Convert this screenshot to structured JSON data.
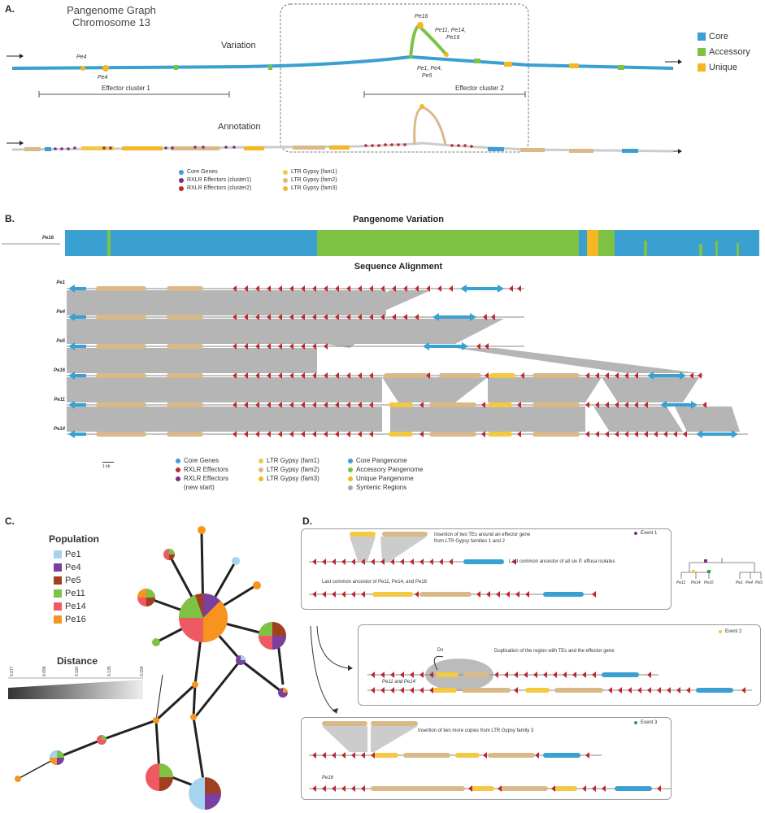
{
  "panelA": {
    "letter": "A.",
    "title_line1": "Pangenome Graph",
    "title_line2": "Chromosome 13",
    "variation_label": "Variation",
    "annotation_label": "Annotation",
    "effector_cluster1": "Effector cluster 1",
    "effector_cluster2": "Effector cluster 2",
    "node_labels": {
      "pe4_top": "Pe4",
      "pe4_bottom": "Pe4",
      "pe16": "Pe16",
      "pe11_14_16_l1": "Pe11, Pe14,",
      "pe11_14_16_l2": "Pe16",
      "pe1_4_5_l1": "Pe1, Pe4,",
      "pe1_4_5_l2": "Pe5"
    },
    "legend": [
      {
        "label": "Core",
        "color": "#3a9fd1"
      },
      {
        "label": "Accessory",
        "color": "#7dc242"
      },
      {
        "label": "Unique",
        "color": "#f5b723"
      }
    ],
    "annot_legend_left": [
      {
        "label": "Core Genes",
        "color": "#3a9fd1"
      },
      {
        "label": "RXLR Effectors (cluster1)",
        "color": "#7b2d8e"
      },
      {
        "label": "RXLR Effectors (cluster2)",
        "color": "#c0272d"
      }
    ],
    "annot_legend_right": [
      {
        "label": "LTR Gypsy (fam1)",
        "color": "#f5c842"
      },
      {
        "label": "LTR Gypsy (fam2)",
        "color": "#d9b98a"
      },
      {
        "label": "LTR Gypsy (fam3)",
        "color": "#f5b723"
      }
    ]
  },
  "panelB": {
    "letter": "B.",
    "variation_title": "Pangenome Variation",
    "alignment_title": "Sequence Alignment",
    "variation_track_label": "Pe16",
    "tracks": [
      "Pe1",
      "Pe4",
      "Pe5",
      "Pe16",
      "Pe11",
      "Pe14"
    ],
    "scale": "1 kb",
    "legend_col1": [
      {
        "label": "Core Genes",
        "color": "#3a9fd1"
      },
      {
        "label": "RXLR Effectors",
        "color": "#c0272d"
      },
      {
        "label": "RXLR Effectors",
        "color": "#7b2d8e"
      }
    ],
    "legend_col1_extra": "(new start)",
    "legend_col2": [
      {
        "label": "LTR Gypsy (fam1)",
        "color": "#f5c842"
      },
      {
        "label": "LTR Gypsy (fam2)",
        "color": "#d9b98a"
      },
      {
        "label": "LTR Gypsy (fam3)",
        "color": "#f5b723"
      }
    ],
    "legend_col3": [
      {
        "label": "Core Pangenome",
        "color": "#3a9fd1"
      },
      {
        "label": "Accessory Pangenome",
        "color": "#7dc242"
      },
      {
        "label": "Unique Pangenome",
        "color": "#f5b723"
      },
      {
        "label": "Syntenic Regions",
        "color": "#aaaaaa"
      }
    ]
  },
  "panelC": {
    "letter": "C.",
    "population_title": "Population",
    "populations": [
      {
        "label": "Pe1",
        "color": "#a6d4ee"
      },
      {
        "label": "Pe4",
        "color": "#7b3fa0"
      },
      {
        "label": "Pe5",
        "color": "#a0401f"
      },
      {
        "label": "Pe11",
        "color": "#7dc242"
      },
      {
        "label": "Pe14",
        "color": "#ee5a64"
      },
      {
        "label": "Pe16",
        "color": "#f7941d"
      }
    ],
    "distance_title": "Distance",
    "distance_ticks": [
      "0.077",
      "0.096",
      "0.116",
      "0.135",
      "0.154"
    ]
  },
  "panelD": {
    "letter": "D.",
    "event1_text_l1": "Insertion of two TEs around an effector gene",
    "event1_text_l2": "from LTR Gypsy families 1 and 2",
    "event1_lca": "Last common ancestor of all six P. effusa isolates",
    "event1_lca2": "Last common ancestor of Pe11, Pe14, and Pe16",
    "event1_tag": "Event 1",
    "event2_text": "Duplication of the region with TEs and the effector gene",
    "event2_dx": "Dx",
    "event2_sub": "Pe11 and Pe14",
    "event2_tag": "Event 2",
    "event3_text": "Insertion of two more copies from LTR Gypsy family 3",
    "event3_sub": "Pe16",
    "event3_tag": "Event 3",
    "tree_labels": [
      "Pe11",
      "Pe14",
      "Pe16",
      "Pe1",
      "Pe4",
      "Pe5"
    ],
    "tag_colors": {
      "event1": "#7b2d8e",
      "event2": "#f5c842",
      "event3": "#2e9e4f"
    }
  }
}
